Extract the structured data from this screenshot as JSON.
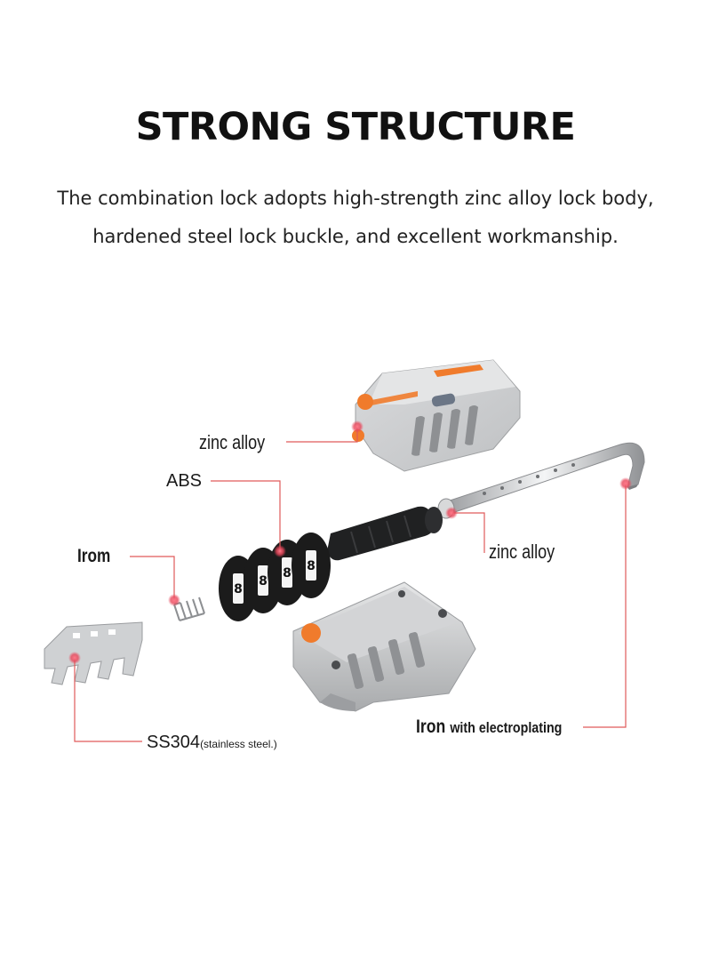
{
  "title": "STRONG STRUCTURE",
  "subtitle_line1": "The combination lock adopts high-strength zinc alloy lock body,",
  "subtitle_line2": "hardened steel lock buckle, and excellent workmanship.",
  "labels": {
    "zinc_alloy_top": "zinc alloy",
    "abs": "ABS",
    "irom": "Irom",
    "zinc_alloy_right": "zinc alloy",
    "ss304_main": "SS304",
    "ss304_note": "(stainless steel.)",
    "iron_main": "Iron",
    "iron_note": "with electroplating"
  },
  "dial_digits": [
    "8",
    "8",
    "8",
    "8"
  ],
  "colors": {
    "leader_line": "#e05a5a",
    "leader_dot": "#e8465a",
    "accent_orange": "#f07b2c",
    "body_gray": "#c9cbcd",
    "dial_black": "#1b1b1b"
  }
}
